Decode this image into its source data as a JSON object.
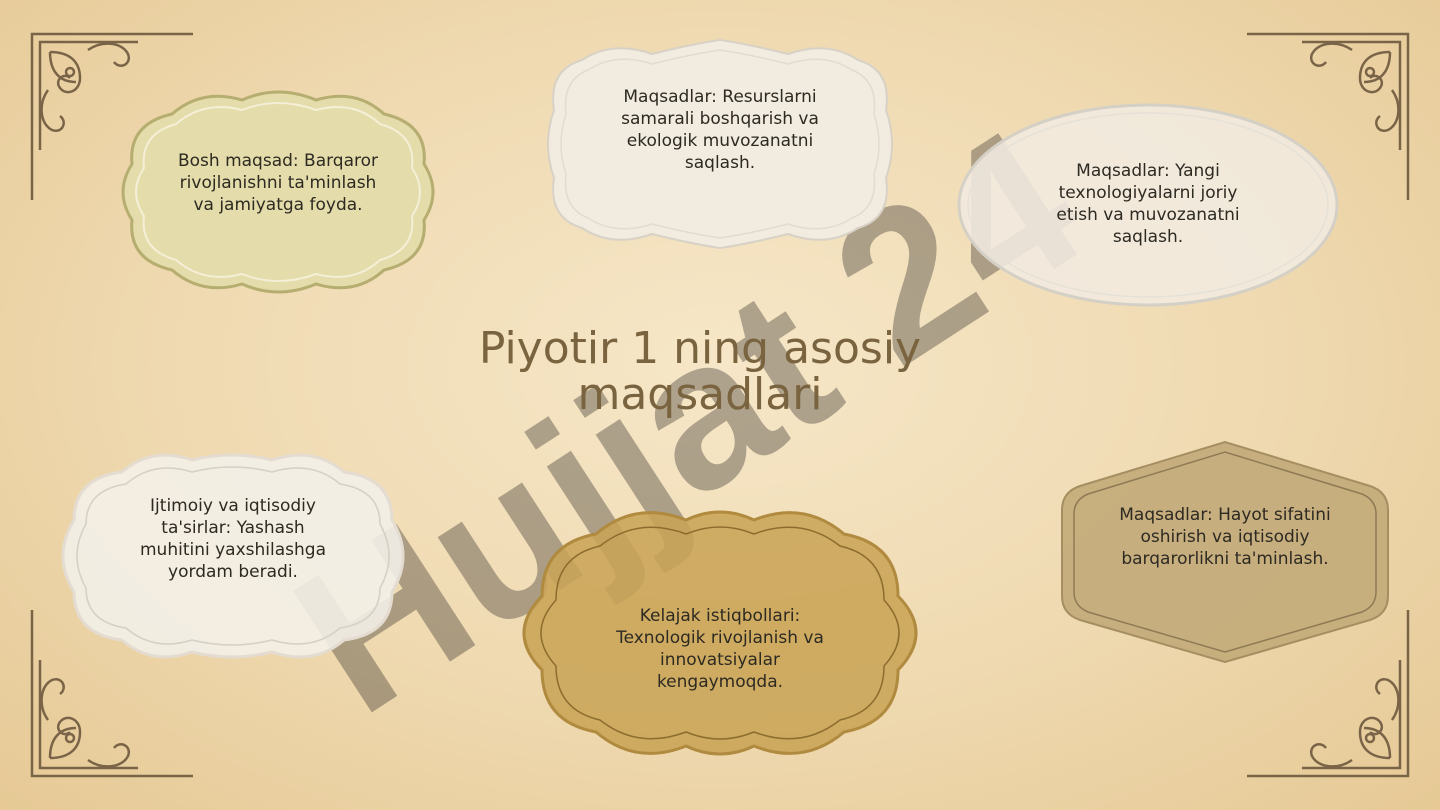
{
  "slide": {
    "title": "Piyotir 1 ning asosiy maqsadlari",
    "background_color": "#f0dcb4",
    "title_color": "#7a6440"
  },
  "bubbles": [
    {
      "text": "Bosh maqsad: Barqaror rivojlanishni ta'minlash va jamiyatga foyda.",
      "fill": "#e4dcaa"
    },
    {
      "text": "Maqsadlar: Resurslarni samarali boshqarish va ekologik muvozanatni saqlash.",
      "fill": "#f1ebe0"
    },
    {
      "text": "Maqsadlar: Yangi texnologiyalarni joriy etish va muvozanatni saqlash.",
      "fill": "#f1ebe0"
    },
    {
      "text": "Ijtimoiy va iqtisodiy ta'sirlar: Yashash muhitini yaxshilashga yordam beradi.",
      "fill": "#f3efe8"
    },
    {
      "text": "Kelajak istiqbollari: Texnologik rivojlanish va innovatsiyalar kengaymoqda.",
      "fill": "#c9a456"
    },
    {
      "text": "Maqsadlar: Hayot sifatini oshirish va iqtisodiy barqarorlikni ta'minlash.",
      "fill": "#c3aa7a"
    }
  ],
  "watermark": {
    "text": "Hujjat 24"
  },
  "icons": [
    "corner-ornament-icon"
  ]
}
